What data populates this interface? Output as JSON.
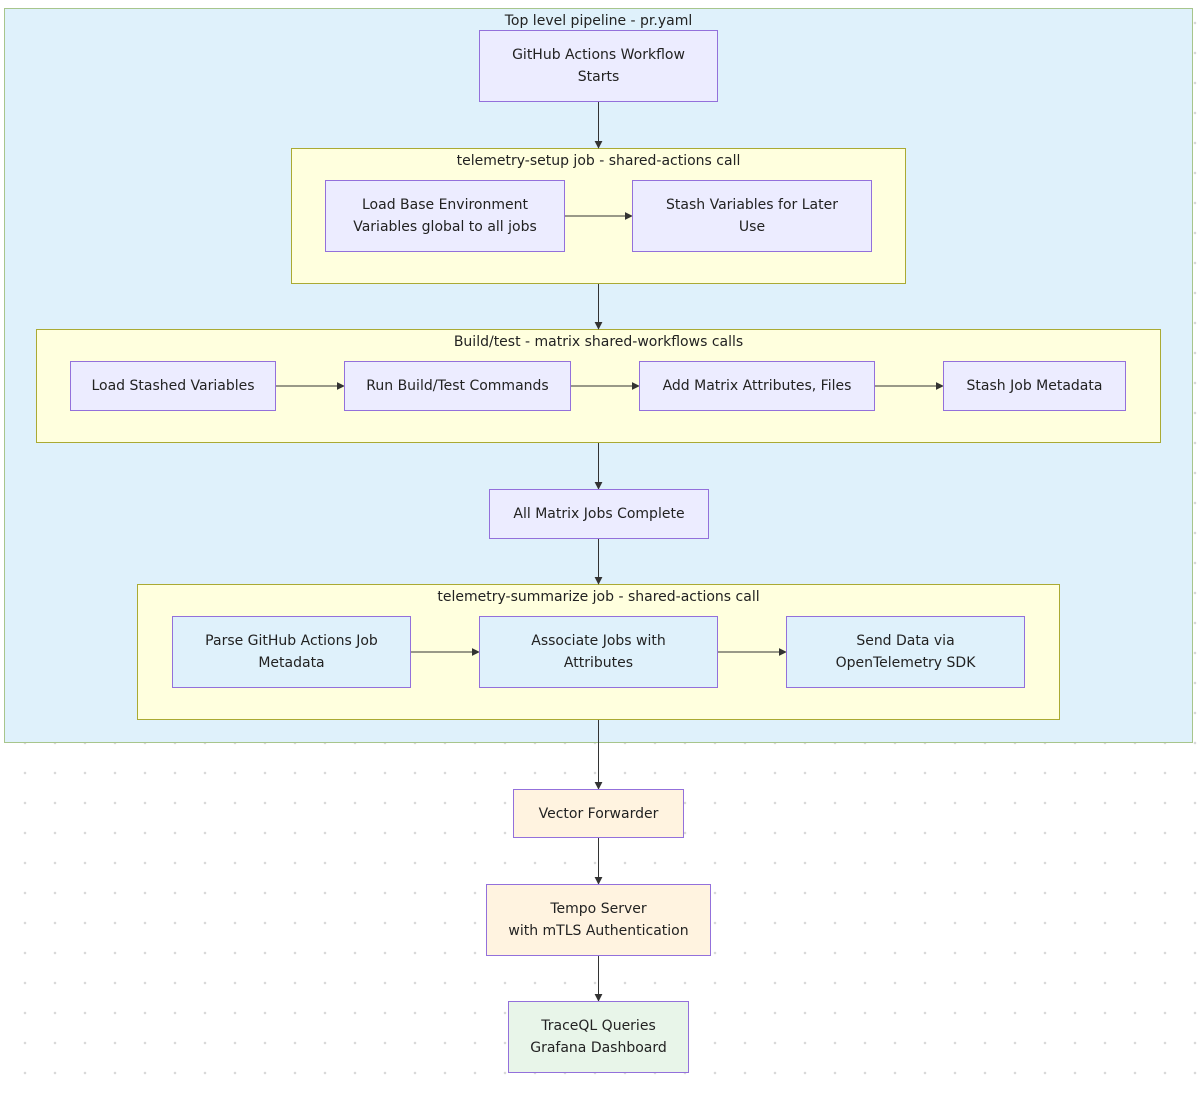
{
  "clusters": {
    "pipeline": "Top level pipeline - pr.yaml",
    "setup": "telemetry-setup job - shared-actions call",
    "build": "Build/test - matrix shared-workflows calls",
    "summarize": "telemetry-summarize job - shared-actions call"
  },
  "nodes": {
    "start": "GitHub Actions Workflow\nStarts",
    "load_env": "Load Base Environment\nVariables global to all jobs",
    "stash_vars": "Stash Variables for Later\nUse",
    "load_stashed": "Load Stashed Variables",
    "run_build": "Run Build/Test Commands",
    "add_matrix": "Add Matrix Attributes, Files",
    "stash_meta": "Stash Job Metadata",
    "matrix_complete": "All Matrix Jobs Complete",
    "parse_meta": "Parse GitHub Actions Job\nMetadata",
    "associate": "Associate Jobs with\nAttributes",
    "send_data": "Send Data via\nOpenTelemetry SDK",
    "vector": "Vector Forwarder",
    "tempo": "Tempo Server\nwith mTLS Authentication",
    "traceql": "TraceQL Queries\nGrafana Dashboard"
  },
  "colors": {
    "cluster_outer_fill": "#dff1fb",
    "cluster_inner_fill": "#ffffde",
    "node_fill": "#ececff",
    "node_border": "#9370db",
    "external_fill": "#fff3e0",
    "dashboard_fill": "#e8f5e9",
    "edge": "#333333"
  }
}
